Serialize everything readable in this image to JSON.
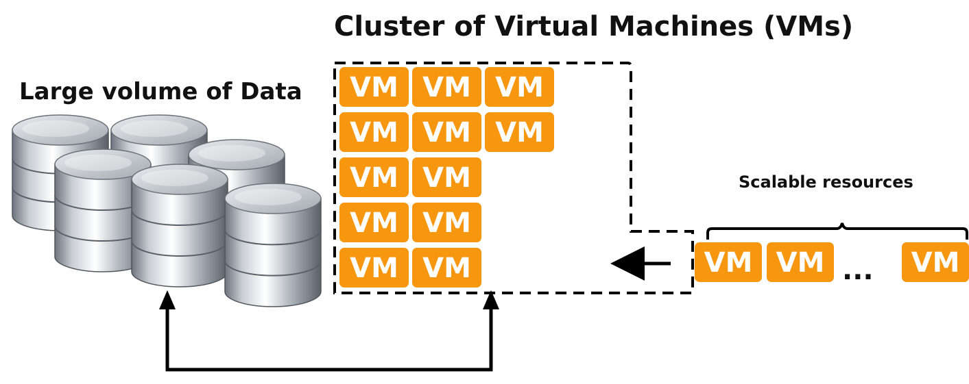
{
  "labels": {
    "cluster_title": "Cluster of Virtual Machines (VMs)",
    "data_title": "Large volume of Data",
    "scalable_title": "Scalable resources",
    "ellipsis": "..."
  },
  "vm_label": "VM",
  "cluster_rows": [
    3,
    3,
    2,
    2,
    2
  ],
  "extra_vms": 3,
  "colors": {
    "vm_fill": "#F7960F",
    "text": "#111111",
    "line": "#000000"
  },
  "icons": {
    "database": "database-cylinder-icon",
    "arrow": "arrow-icon"
  }
}
